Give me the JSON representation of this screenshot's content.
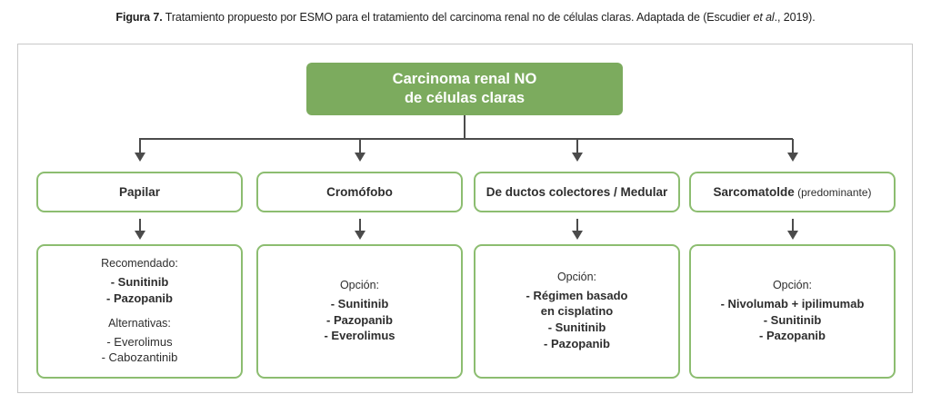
{
  "caption": {
    "figure_label": "Figura 7.",
    "body": " Tratamiento propuesto por ESMO para el tratamiento del carcinoma renal no de células claras. Adaptada de (Escudier ",
    "et_al": "et al",
    "tail": "., 2019)."
  },
  "root_box": {
    "line1": "Carcinoma renal NO",
    "line2": "de células claras"
  },
  "colors": {
    "green_fill": "#7CAB5E",
    "green_border": "#8CBD70",
    "arrow_gray": "#4B4B4B",
    "frame_border": "#C8C8C8",
    "text_dark": "#2E2E2E"
  },
  "branches": [
    {
      "label": "Papilar",
      "label_note": "",
      "sections": [
        {
          "heading": "Recomendado:",
          "items": [
            "- Sunitinib",
            "- Pazopanib"
          ]
        },
        {
          "heading": "Alternativas:",
          "items": [
            "- Everolimus",
            "- Cabozantinib"
          ]
        }
      ]
    },
    {
      "label": "Cromófobo",
      "label_note": "",
      "sections": [
        {
          "heading": "Opción:",
          "items": [
            "- Sunitinib",
            "- Pazopanib",
            "- Everolimus"
          ]
        }
      ]
    },
    {
      "label": "De ductos colectores / Medular",
      "label_note": "",
      "sections": [
        {
          "heading": "Opción:",
          "items": [
            "- Régimen basado\nen cisplatino",
            "- Sunitinib",
            "- Pazopanib"
          ]
        }
      ]
    },
    {
      "label": "Sarcomatolde",
      "label_note": " (predominante)",
      "sections": [
        {
          "heading": "Opción:",
          "items": [
            "- Nivolumab + ipilimumab",
            "- Sunitinib",
            "- Pazopanib"
          ]
        }
      ]
    }
  ]
}
